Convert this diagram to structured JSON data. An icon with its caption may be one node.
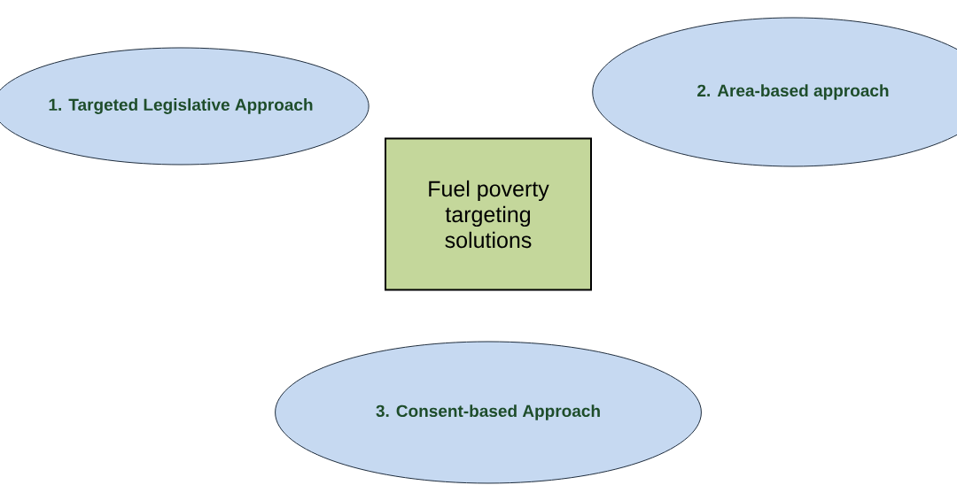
{
  "diagram": {
    "nodes": [
      {
        "text": [
          "1. Targeted Legislative Approach"
        ]
      },
      {
        "text": [
          "2. Area-based approach"
        ]
      },
      {
        "text": [
          "Fuel poverty targeting solutions"
        ]
      },
      {
        "text": [
          "3. Consent-based Approach"
        ]
      }
    ]
  }
}
